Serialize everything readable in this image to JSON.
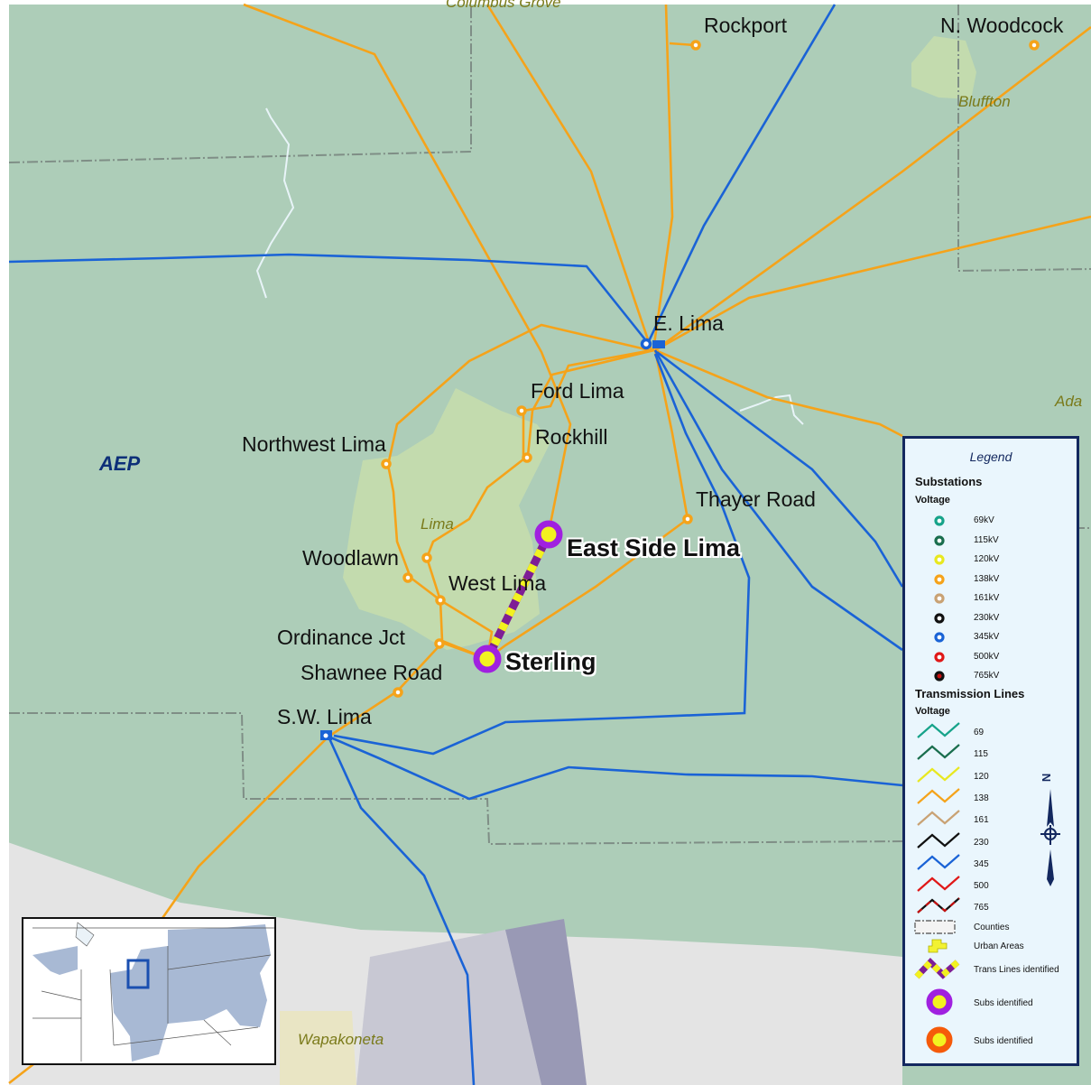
{
  "map": {
    "operator_label": "AEP",
    "places": {
      "columbus_grove": "Columbus Grove",
      "bluffton": "Bluffton",
      "lima": "Lima",
      "ada": "Ada",
      "wapakoneta": "Wapakoneta"
    },
    "substations": {
      "rockport": "Rockport",
      "n_woodcock": "N. Woodcock",
      "e_lima": "E. Lima",
      "ford_lima": "Ford Lima",
      "rockhill": "Rockhill",
      "northwest_lima": "Northwest Lima",
      "thayer_road": "Thayer Road",
      "woodlawn": "Woodlawn",
      "west_lima": "West Lima",
      "ordinance_jct": "Ordinance Jct",
      "shawnee_road": "Shawnee Road",
      "sw_lima": "S.W. Lima"
    },
    "highlighted": {
      "east_side_lima": "East Side Lima",
      "sterling": "Sterling"
    }
  },
  "legend": {
    "title": "Legend",
    "substations_header": "Substations",
    "substations_voltage_header": "Voltage",
    "substation_voltages": [
      {
        "label": "69kV",
        "color": "#17a38a"
      },
      {
        "label": "115kV",
        "color": "#1a6e4e"
      },
      {
        "label": "120kV",
        "color": "#e8e820"
      },
      {
        "label": "138kV",
        "color": "#f5a31a"
      },
      {
        "label": "161kV",
        "color": "#c9a274"
      },
      {
        "label": "230kV",
        "color": "#111111"
      },
      {
        "label": "345kV",
        "color": "#1a63d6"
      },
      {
        "label": "500kV",
        "color": "#e01818"
      },
      {
        "label": "765kV",
        "color": "#c81010"
      }
    ],
    "lines_header": "Transmission Lines",
    "lines_voltage_header": "Voltage",
    "line_voltages": [
      {
        "label": "69",
        "color": "#17a38a"
      },
      {
        "label": "115",
        "color": "#1a6e4e"
      },
      {
        "label": "120",
        "color": "#e8e820"
      },
      {
        "label": "138",
        "color": "#f5a31a"
      },
      {
        "label": "161",
        "color": "#c9a274"
      },
      {
        "label": "230",
        "color": "#111111"
      },
      {
        "label": "345",
        "color": "#1a63d6"
      },
      {
        "label": "500",
        "color": "#e01818"
      },
      {
        "label": "765",
        "color": "#c81010"
      }
    ],
    "counties_label": "Counties",
    "urban_label": "Urban Areas",
    "trans_identified_label": "Trans Lines identified",
    "subs_identified_purple_label": "Subs identified",
    "subs_identified_orange_label": "Subs identified",
    "compass_letter": "N"
  },
  "colors": {
    "land": "#adcdb8",
    "urban": "#c3dbae",
    "line_138": "#f5a31a",
    "line_345": "#1a63d6",
    "highlight_ring": "#a020e0",
    "highlight_core": "#f2f220",
    "legend_border": "#13285f"
  }
}
